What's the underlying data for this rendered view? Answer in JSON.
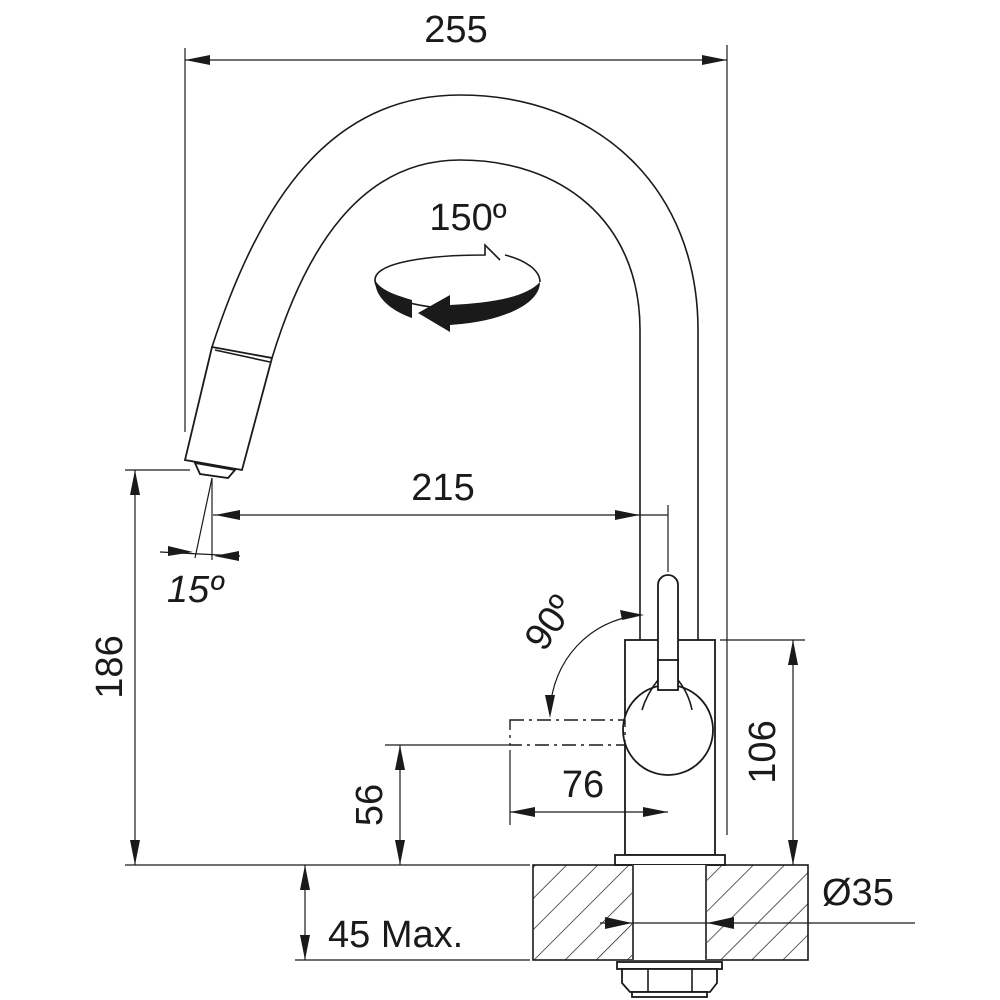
{
  "title": "Faucet dimension drawing",
  "dimensions": {
    "overall_width": "255",
    "swivel_angle": "150º",
    "spout_reach": "215",
    "spray_angle": "15º",
    "handle_angle": "90º",
    "spout_height": "186",
    "body_height": "106",
    "handle_reach": "76",
    "handle_height": "56",
    "max_counter_thickness": "45 Max.",
    "hole_diameter": "Ø35"
  },
  "colors": {
    "line": "#1a1a1a",
    "background": "#ffffff"
  }
}
